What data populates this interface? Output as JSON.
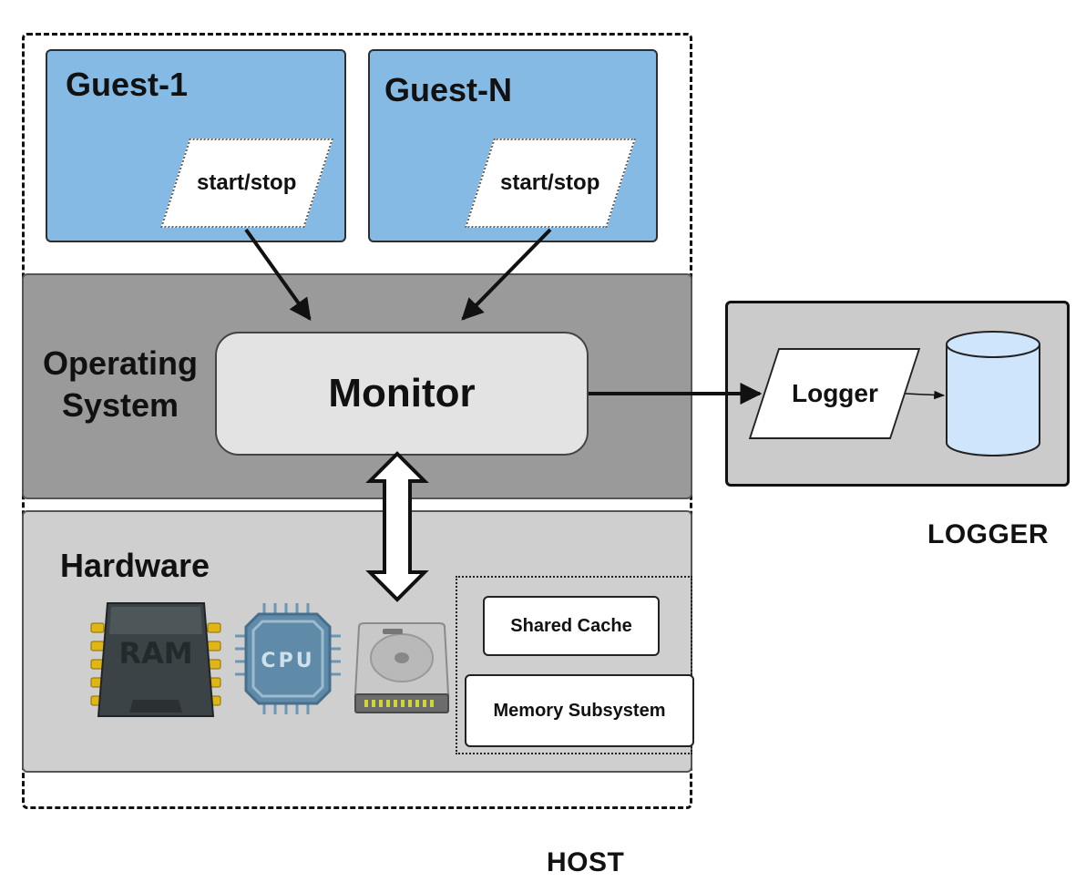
{
  "host": {
    "label": "HOST",
    "guests": [
      {
        "title": "Guest-1",
        "control_label": "start/stop"
      },
      {
        "title": "Guest-N",
        "control_label": "start/stop"
      }
    ],
    "os": {
      "label_line1": "Operating",
      "label_line2": "System",
      "monitor_label": "Monitor"
    },
    "hardware": {
      "label": "Hardware",
      "icons": [
        {
          "name": "ram-icon",
          "text": "RAM"
        },
        {
          "name": "cpu-icon",
          "text": "CPU"
        },
        {
          "name": "hard-drive-icon"
        }
      ],
      "memory": {
        "shared_cache_label": "Shared Cache",
        "memory_subsystem_label": "Memory Subsystem"
      }
    }
  },
  "logger": {
    "label": "LOGGER",
    "process_label": "Logger",
    "storage_icon": "database-cylinder-icon"
  },
  "colors": {
    "guest_fill": "#84bae4",
    "os_fill": "#9a9a9a",
    "monitor_fill": "#e3e3e3",
    "hardware_fill": "#cfcfcf",
    "logger_fill": "#cbcbcb",
    "database_fill": "#cfe5fb"
  }
}
